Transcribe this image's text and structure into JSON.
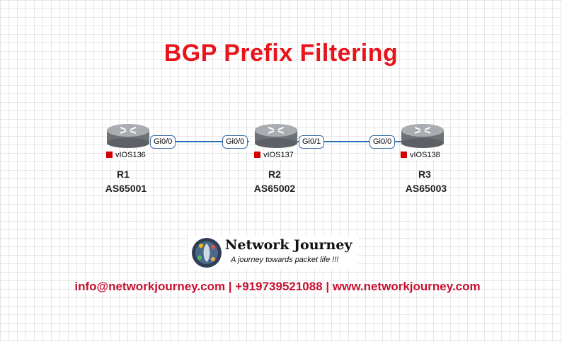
{
  "title": "BGP Prefix Filtering",
  "routers": [
    {
      "name": "R1",
      "asn": "AS65001",
      "host": "vIOS136"
    },
    {
      "name": "R2",
      "asn": "AS65002",
      "host": "vIOS137"
    },
    {
      "name": "R3",
      "asn": "AS65003",
      "host": "vIOS138"
    }
  ],
  "links": [
    {
      "from": "R1",
      "from_port": "Gi0/0",
      "to": "R2",
      "to_port": "Gi0/0"
    },
    {
      "from": "R2",
      "from_port": "Gi0/1",
      "to": "R3",
      "to_port": "Gi0/0"
    }
  ],
  "logo": {
    "name": "Network Journey",
    "tagline": "A journey towards packet life !!!"
  },
  "contact": "info@networkjourney.com | +919739521088 | www.networkjourney.com",
  "colors": {
    "title": "#e8141b",
    "contact": "#c8102e",
    "link": "#2a6db0",
    "host_marker": "#d40000"
  },
  "icons": [
    "router-icon",
    "network-journey-logo-icon"
  ]
}
